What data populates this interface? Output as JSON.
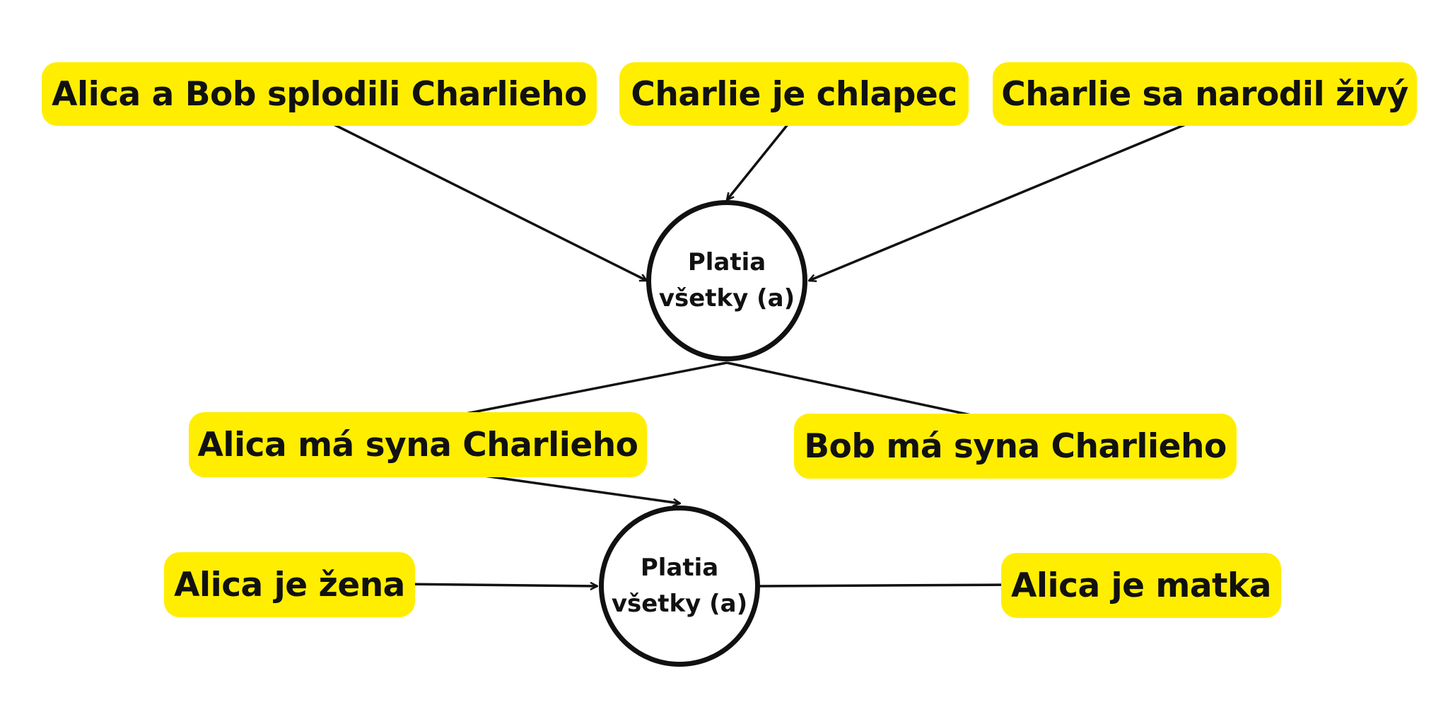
{
  "colors": {
    "box_fill": "#ffee00",
    "stroke": "#111111",
    "background": "#ffffff"
  },
  "statements": {
    "top_left": "Alica a Bob splodili Charlieho",
    "top_mid": "Charlie je chlapec",
    "top_right": "Charlie sa narodil živý",
    "mid_left": "Alica má syna Charlieho",
    "mid_right": "Bob má syna Charlieho",
    "bottom_left": "Alica je žena",
    "bottom_right": "Alica je matka"
  },
  "nodes": {
    "upper": {
      "line1": "Platia",
      "line2": "všetky (a)"
    },
    "lower": {
      "line1": "Platia",
      "line2": "všetky (a)"
    }
  }
}
